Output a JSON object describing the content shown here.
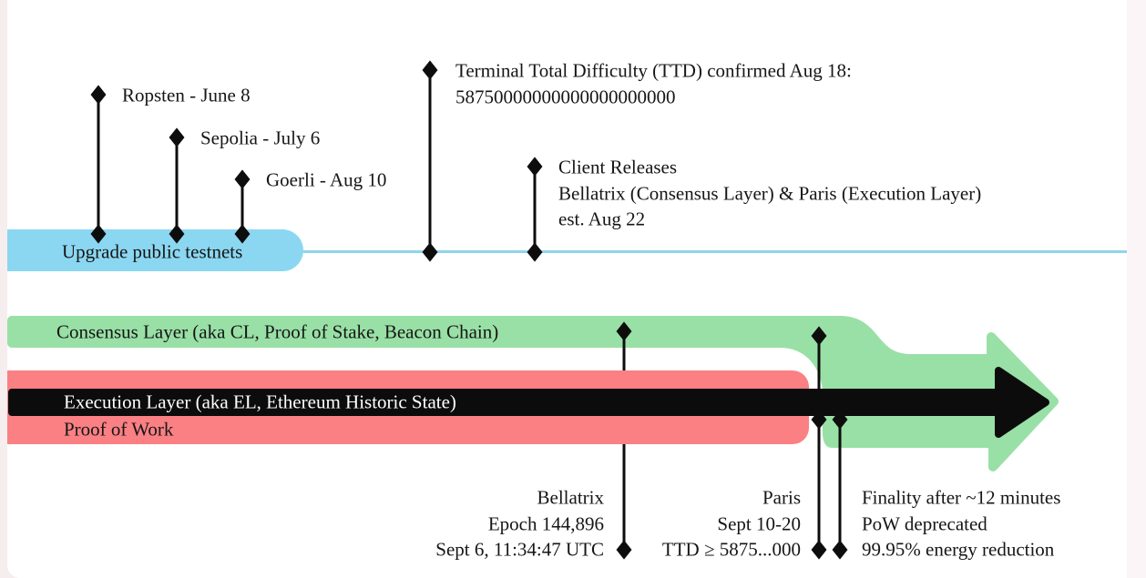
{
  "colors": {
    "testnet_blue": "#8bd7f1",
    "testnet_line_blue": "#8fd5ec",
    "consensus_green": "#99e0a6",
    "pow_red": "#fa8084",
    "execution_black": "#0c0c0c"
  },
  "testnet_track": {
    "label": "Upgrade public testnets",
    "events": [
      {
        "label": "Ropsten - June 8"
      },
      {
        "label": "Sepolia - July 6"
      },
      {
        "label": "Goerli - Aug 10"
      },
      {
        "lines": [
          "Terminal Total Difficulty (TTD) confirmed Aug 18:",
          "58750000000000000000000"
        ]
      },
      {
        "lines": [
          "Client Releases",
          "Bellatrix (Consensus Layer) & Paris (Execution Layer)",
          "est. Aug 22"
        ]
      }
    ]
  },
  "mainnet_tracks": {
    "consensus_label": "Consensus Layer (aka CL, Proof of Stake, Beacon Chain)",
    "execution_label": "Execution Layer (aka EL, Ethereum Historic State)",
    "pow_label": "Proof of Work"
  },
  "merge_events": {
    "bellatrix": {
      "lines": [
        "Bellatrix",
        "Epoch 144,896",
        "Sept 6, 11:34:47 UTC"
      ]
    },
    "paris": {
      "lines": [
        "Paris",
        "Sept 10-20",
        "TTD ≥ 5875...000"
      ]
    },
    "finality": {
      "lines": [
        "Finality after ~12 minutes",
        "PoW deprecated",
        "99.95% energy reduction"
      ]
    }
  }
}
